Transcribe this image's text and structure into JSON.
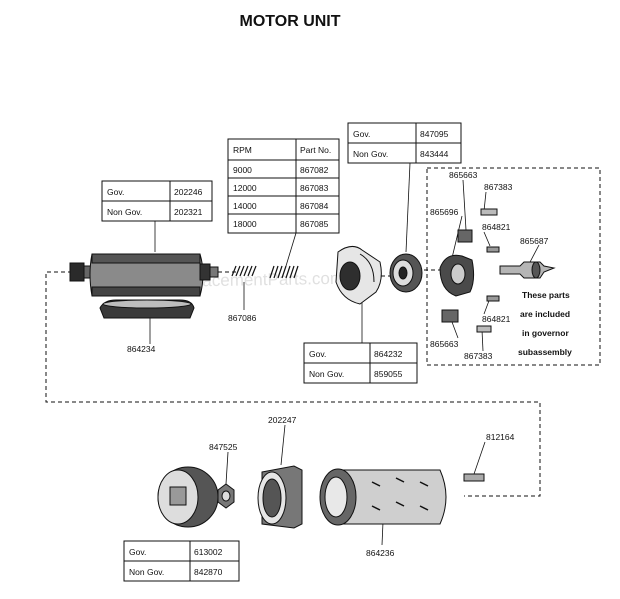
{
  "title": "MOTOR UNIT",
  "watermark": "eReplacementParts.com",
  "tables": {
    "rpm": {
      "headers": [
        "RPM",
        "Part No."
      ],
      "rows": [
        [
          "9000",
          "867082"
        ],
        [
          "12000",
          "867083"
        ],
        [
          "14000",
          "867084"
        ],
        [
          "18000",
          "867085"
        ]
      ]
    },
    "armature_202": {
      "rows": [
        [
          "Gov.",
          "202246"
        ],
        [
          "Non Gov.",
          "202321"
        ]
      ]
    },
    "bearing_847": {
      "rows": [
        [
          "Gov.",
          "847095"
        ],
        [
          "Non Gov.",
          "843444"
        ]
      ]
    },
    "fan_864": {
      "rows": [
        [
          "Gov.",
          "864232"
        ],
        [
          "Non Gov.",
          "859055"
        ]
      ]
    },
    "cap_613": {
      "rows": [
        [
          "Gov.",
          "613002"
        ],
        [
          "Non Gov.",
          "842870"
        ]
      ]
    }
  },
  "parts": {
    "p864234": "864234",
    "p867086": "867086",
    "p865663_top": "865663",
    "p867383_top": "867383",
    "p865696": "865696",
    "p864821_top": "864821",
    "p865687": "865687",
    "p864821_bot": "864821",
    "p865663_bot": "865663",
    "p867383_bot": "867383",
    "p847525": "847525",
    "p202247": "202247",
    "p812164": "812164",
    "p864236": "864236"
  },
  "note": [
    "These parts",
    "are included",
    "in governor",
    "subassembly"
  ]
}
